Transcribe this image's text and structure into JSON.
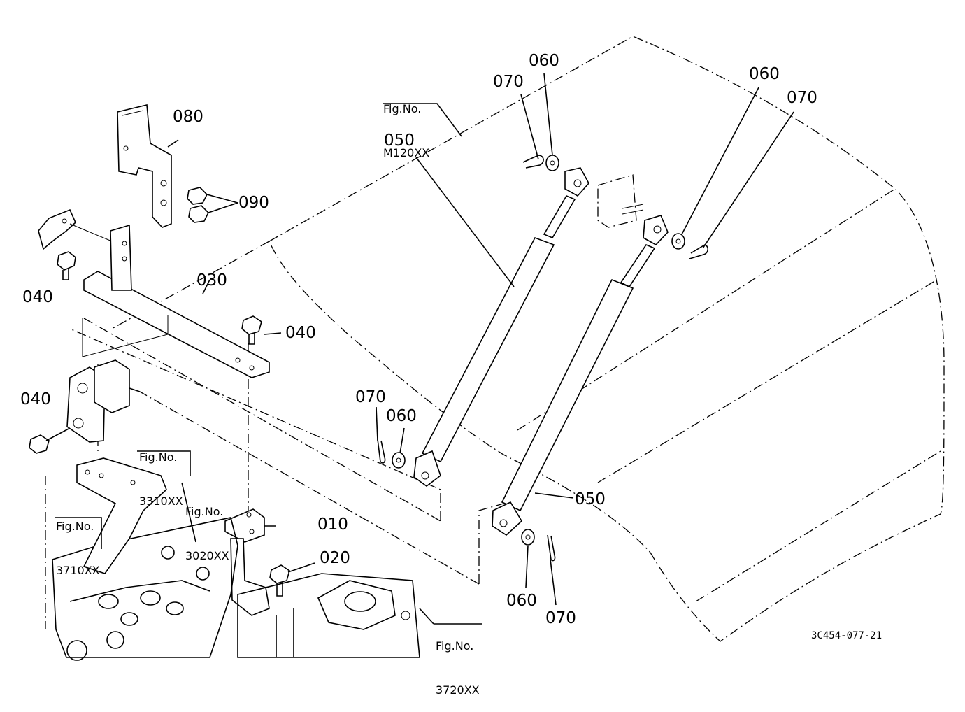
{
  "diagram": {
    "code": "3C454-077-21",
    "part_labels": [
      {
        "id": "p080",
        "text": "080"
      },
      {
        "id": "p090",
        "text": "090"
      },
      {
        "id": "p040a",
        "text": "040"
      },
      {
        "id": "p030",
        "text": "030"
      },
      {
        "id": "p040b",
        "text": "040"
      },
      {
        "id": "p040c",
        "text": "040"
      },
      {
        "id": "p010",
        "text": "010"
      },
      {
        "id": "p020",
        "text": "020"
      },
      {
        "id": "p050a",
        "text": "050"
      },
      {
        "id": "p050b",
        "text": "050"
      },
      {
        "id": "p060a",
        "text": "060"
      },
      {
        "id": "p060b",
        "text": "060"
      },
      {
        "id": "p060c",
        "text": "060"
      },
      {
        "id": "p060d",
        "text": "060"
      },
      {
        "id": "p070a",
        "text": "070"
      },
      {
        "id": "p070b",
        "text": "070"
      },
      {
        "id": "p070c",
        "text": "070"
      },
      {
        "id": "p070d",
        "text": "070"
      }
    ],
    "fig_refs": [
      {
        "id": "f_m120",
        "line1": "Fig.No.",
        "line2": "M120XX"
      },
      {
        "id": "f_3310",
        "line1": "Fig.No.",
        "line2": "3310XX"
      },
      {
        "id": "f_3020",
        "line1": "Fig.No.",
        "line2": "3020XX"
      },
      {
        "id": "f_3710",
        "line1": "Fig.No.",
        "line2": "3710XX"
      },
      {
        "id": "f_3720",
        "line1": "Fig.No.",
        "line2": "3720XX"
      }
    ]
  }
}
